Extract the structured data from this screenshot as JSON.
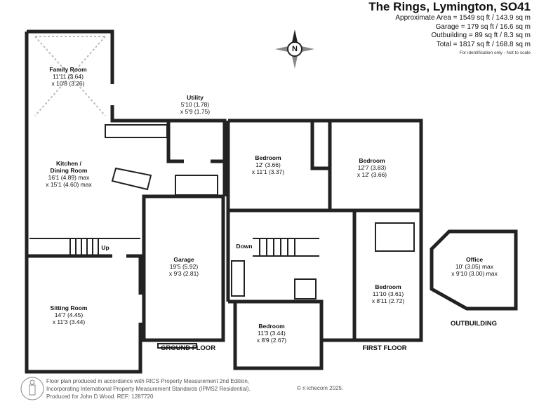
{
  "header": {
    "title": "The Rings, Lymington, SO41",
    "areas": [
      "Approximate Area = 1549 sq ft / 143.9 sq m",
      "Garage = 179 sq ft / 16.6 sq m",
      "Outbuilding = 89 sq ft / 8.3 sq m",
      "Total = 1817 sq ft / 168.8 sq m"
    ],
    "disclaimer": "For identification only - Not to scale"
  },
  "compass": {
    "label": "N"
  },
  "ground_floor": {
    "label": "GROUND FLOOR",
    "stairs_label": "Up",
    "rooms": [
      {
        "name": "Family Room",
        "dims": [
          "11'11 (3.64)",
          "x 10'8 (3.26)"
        ]
      },
      {
        "name": "Utility",
        "dims": [
          "5'10 (1.78)",
          "x 5'9 (1.75)"
        ]
      },
      {
        "name": "Kitchen /",
        "name2": "Dining Room",
        "dims": [
          "16'1 (4.89) max",
          "x 15'1 (4.60) max"
        ]
      },
      {
        "name": "Garage",
        "dims": [
          "19'5 (5.92)",
          "x 9'3 (2.81)"
        ]
      },
      {
        "name": "Sitting Room",
        "dims": [
          "14'7 (4.45)",
          "x 11'3 (3.44)"
        ]
      }
    ]
  },
  "first_floor": {
    "label": "FIRST FLOOR",
    "stairs_label": "Down",
    "rooms": [
      {
        "name": "Bedroom",
        "dims": [
          "12' (3.66)",
          "x 11'1 (3.37)"
        ]
      },
      {
        "name": "Bedroom",
        "dims": [
          "12'7 (3.83)",
          "x 12' (3.66)"
        ]
      },
      {
        "name": "Bedroom",
        "dims": [
          "11'10 (3.61)",
          "x 8'11 (2.72)"
        ]
      },
      {
        "name": "Bedroom",
        "dims": [
          "11'3 (3.44)",
          "x 8'9 (2.67)"
        ]
      }
    ]
  },
  "outbuilding": {
    "label": "OUTBUILDING",
    "rooms": [
      {
        "name": "Office",
        "dims": [
          "10' (3.05) max",
          "x 9'10 (3.00) max"
        ]
      }
    ]
  },
  "footer": {
    "lines": [
      "Floor plan produced in accordance with RICS Property Measurement 2nd Edition,",
      "Incorporating International Property Measurement Standards (IPMS2 Residential).",
      "Produced for John D Wood.    REF:  1287720"
    ],
    "copyright": "© n ichecom 2025."
  }
}
